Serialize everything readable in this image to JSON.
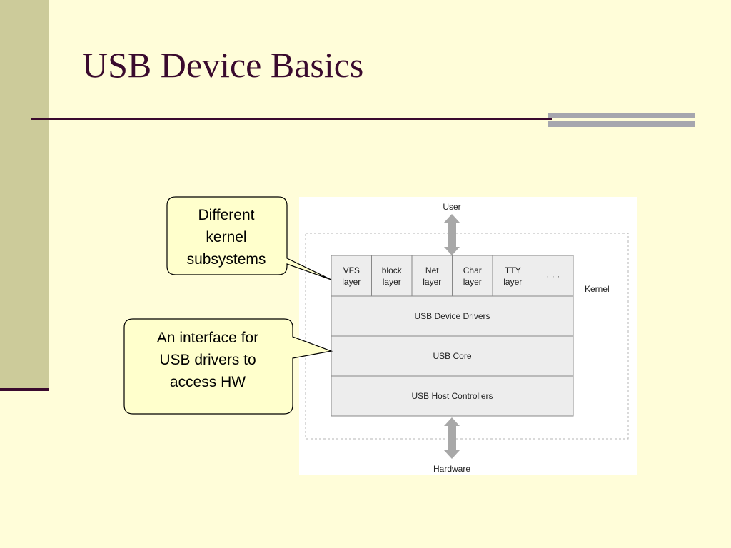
{
  "slide": {
    "title": "USB Device Basics"
  },
  "callouts": [
    {
      "text": "Different\nkernel\nsubsystems"
    },
    {
      "text": "An interface for\nUSB drivers to\naccess HW"
    }
  ],
  "diagram": {
    "user_label": "User",
    "hardware_label": "Hardware",
    "kernel_label": "Kernel",
    "subsystems": [
      {
        "line1": "VFS",
        "line2": "layer"
      },
      {
        "line1": "block",
        "line2": "layer"
      },
      {
        "line1": "Net",
        "line2": "layer"
      },
      {
        "line1": "Char",
        "line2": "layer"
      },
      {
        "line1": "TTY",
        "line2": "layer"
      },
      {
        "line1": "· · ·",
        "line2": ""
      }
    ],
    "stack": [
      "USB Device Drivers",
      "USB Core",
      "USB Host Controllers"
    ]
  },
  "colors": {
    "background": "#FFFDD9",
    "accent": "#3A0A2E",
    "callout_fill": "#FFFFCC",
    "box_fill": "#EDEDED",
    "arrow": "#A8A8A8"
  }
}
